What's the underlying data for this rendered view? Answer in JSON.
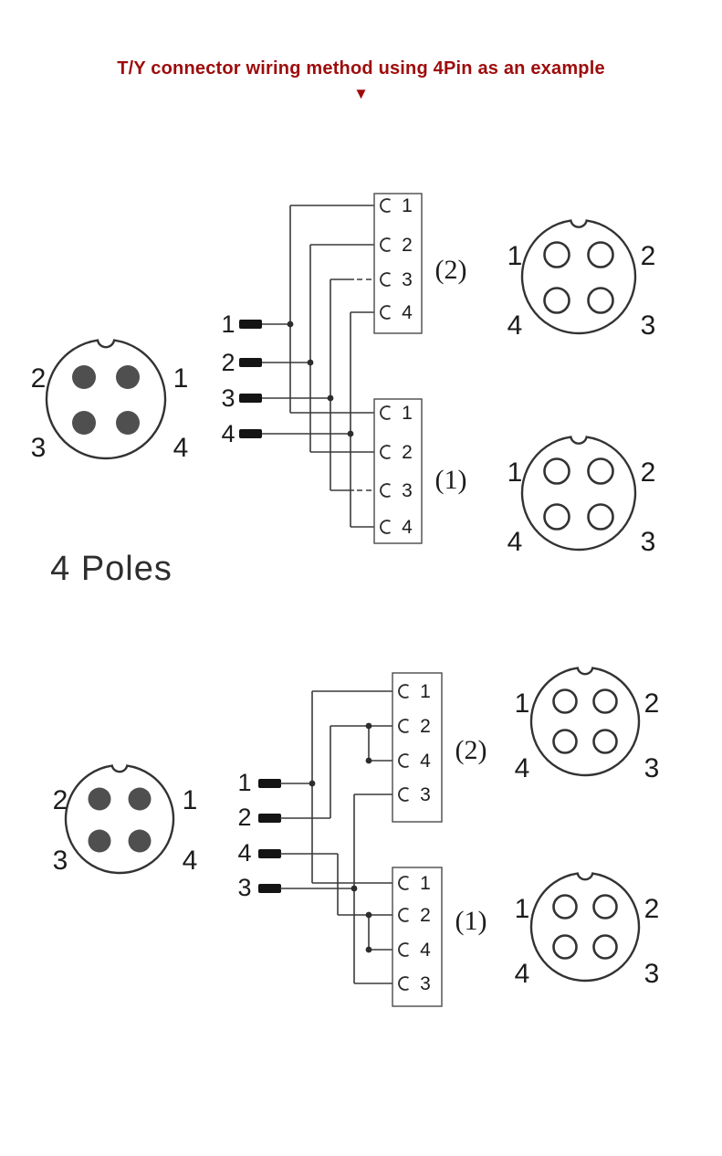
{
  "header": {
    "title": "T/Y connector wiring method using 4Pin as an example",
    "arrow": "▼"
  },
  "colors": {
    "accent": "#9e0b0b",
    "line": "#3a3a3a",
    "pin_fill": "#4f4f4f",
    "text": "#1c1c1c"
  },
  "sections": [
    {
      "id": "t-connector",
      "caption": "4 Poles",
      "left_connector": {
        "top_left": "2",
        "top_right": "1",
        "bottom_left": "3",
        "bottom_right": "4"
      },
      "pins": [
        "1",
        "2",
        "3",
        "4"
      ],
      "blocks": [
        {
          "tag": "(2)",
          "contacts": [
            "1",
            "2",
            "3",
            "4"
          ]
        },
        {
          "tag": "(1)",
          "contacts": [
            "1",
            "2",
            "3",
            "4"
          ]
        }
      ],
      "right_connectors": [
        {
          "top_left": "1",
          "top_right": "2",
          "bottom_left": "4",
          "bottom_right": "3"
        },
        {
          "top_left": "1",
          "top_right": "2",
          "bottom_left": "4",
          "bottom_right": "3"
        }
      ]
    },
    {
      "id": "y-connector",
      "caption": "",
      "left_connector": {
        "top_left": "2",
        "top_right": "1",
        "bottom_left": "3",
        "bottom_right": "4"
      },
      "pins": [
        "1",
        "2",
        "4",
        "3"
      ],
      "blocks": [
        {
          "tag": "(2)",
          "contacts": [
            "1",
            "2",
            "4",
            "3"
          ]
        },
        {
          "tag": "(1)",
          "contacts": [
            "1",
            "2",
            "4",
            "3"
          ]
        }
      ],
      "right_connectors": [
        {
          "top_left": "1",
          "top_right": "2",
          "bottom_left": "4",
          "bottom_right": "3"
        },
        {
          "top_left": "1",
          "top_right": "2",
          "bottom_left": "4",
          "bottom_right": "3"
        }
      ]
    }
  ]
}
